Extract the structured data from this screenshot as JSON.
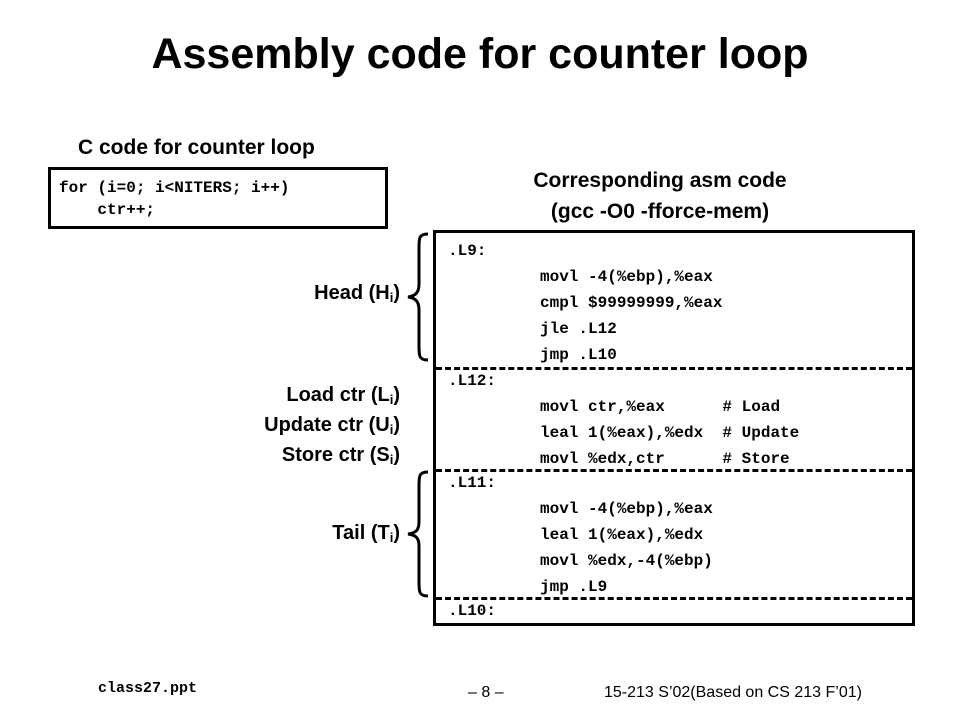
{
  "title": "Assembly code for counter loop",
  "c_section": {
    "heading": "C code for counter loop",
    "lines": [
      "for (i=0; i<NITERS; i++)",
      "    ctr++;"
    ]
  },
  "asm_section": {
    "heading_line1": "Corresponding asm code",
    "heading_line2": "(gcc -O0 -fforce-mem)",
    "lines": [
      ".L9:",
      "movl -4(%ebp),%eax",
      "cmpl $99999999,%eax",
      "jle .L12",
      "jmp .L10",
      ".L12:",
      "movl ctr,%eax      # Load",
      "leal 1(%eax),%edx  # Update",
      "movl %edx,ctr      # Store",
      ".L11:",
      "movl -4(%ebp),%eax",
      "leal 1(%eax),%edx",
      "movl %edx,-4(%ebp)",
      "jmp .L9",
      ".L10:"
    ]
  },
  "labels": {
    "head": "Head (H",
    "load": "Load  ctr (L",
    "update": "Update ctr (U",
    "store": "Store ctr (S",
    "tail": "Tail (T",
    "subscript": "i",
    "close_paren": ")"
  },
  "footer": {
    "left": "class27.ppt",
    "center": "– 8 –",
    "right": "15-213 S’02(Based on CS 213 F’01)"
  }
}
